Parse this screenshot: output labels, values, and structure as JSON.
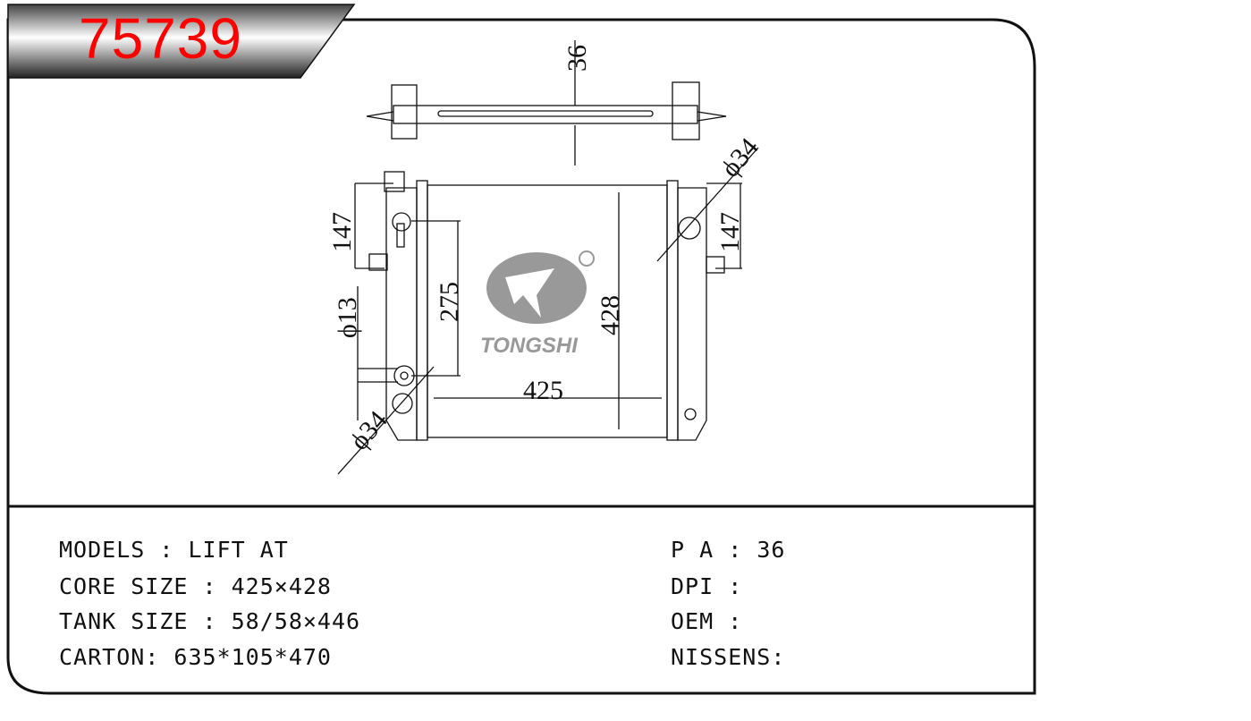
{
  "part_number": "75739",
  "brand": {
    "name": "TONGSHI",
    "registered": "®"
  },
  "dimensions": {
    "top_depth": "36",
    "dia_top_right": "ϕ34",
    "left_147": "147",
    "right_147": "147",
    "dia_13": "ϕ13",
    "dim_275": "275",
    "dim_428": "428",
    "dim_425": "425",
    "dia_bottom_left": "ϕ34"
  },
  "specs_left": [
    {
      "label": "MODELS : ",
      "value": "LIFT AT"
    },
    {
      "label": "CORE SIZE : ",
      "value": "425×428"
    },
    {
      "label": "TANK SIZE : ",
      "value": "58/58×446"
    },
    {
      "label": "CARTON: ",
      "value": "635*105*470"
    }
  ],
  "specs_right": [
    {
      "label": "P A : ",
      "value": "36"
    },
    {
      "label": "DPI : ",
      "value": ""
    },
    {
      "label": "OEM : ",
      "value": ""
    },
    {
      "label": "NISSENS:",
      "value": ""
    }
  ]
}
